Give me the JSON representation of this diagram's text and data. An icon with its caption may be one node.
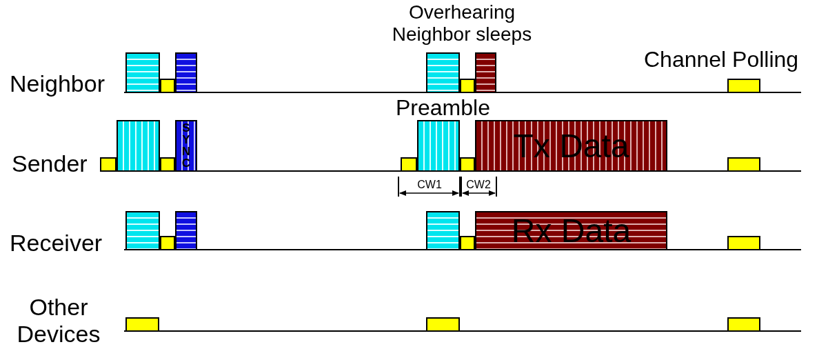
{
  "diagram": {
    "nodes": [
      {
        "text": [
          "SYNC"
        ]
      },
      {
        "text": [
          "Tx Data"
        ]
      },
      {
        "text": [
          "Rx Data"
        ]
      }
    ],
    "labels": [
      "Overhearing Neighbor sleeps",
      "Channel Polling",
      "Neighbor",
      "Preamble",
      "Sender",
      "CW1",
      "CW2",
      "Receiver",
      "Other Devices"
    ]
  }
}
